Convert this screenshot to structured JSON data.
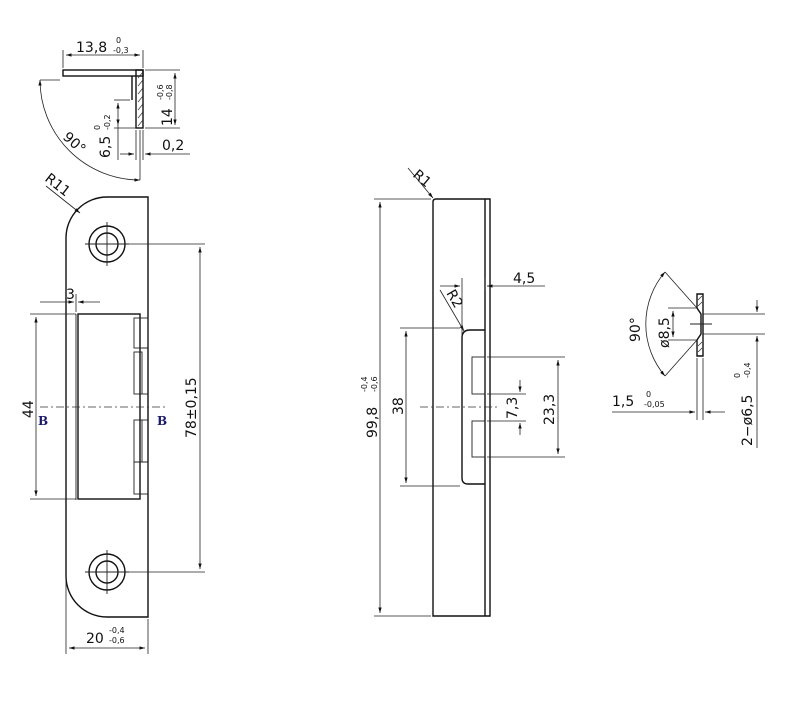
{
  "top_view": {
    "width_main": "13,8",
    "width_tol_upper": "0",
    "width_tol_lower": "-0,3",
    "height_main": "14",
    "height_tol_upper": "-0,6",
    "height_tol_lower": "-0,8",
    "inner_main": "6,5",
    "inner_tol_upper": "0",
    "inner_tol_lower": "-0,2",
    "offset": "0,2",
    "angle": "90°"
  },
  "front_view": {
    "radius": "R11",
    "lip": "3",
    "window_height": "44",
    "hole_spacing": "78±0,15",
    "width_main": "20",
    "width_tol_upper": "-0,4",
    "width_tol_lower": "-0,6",
    "section_mark_left": "B",
    "section_mark_right": "B"
  },
  "side_view": {
    "radius": "R1",
    "inner_radius": "R2",
    "depth": "4,5",
    "height_main": "99,8",
    "height_tol_upper": "-0,4",
    "height_tol_lower": "-0,6",
    "window_height": "38",
    "slot_pitch": "23,3",
    "slot_height": "7,3"
  },
  "section_view": {
    "angle": "90°",
    "countersink": "ø8,5",
    "thickness_main": "1,5",
    "thickness_tol_upper": "0",
    "thickness_tol_lower": "-0,05",
    "hole_main": "2−ø6,5",
    "hole_tol_upper": "0",
    "hole_tol_lower": "-0,4"
  }
}
